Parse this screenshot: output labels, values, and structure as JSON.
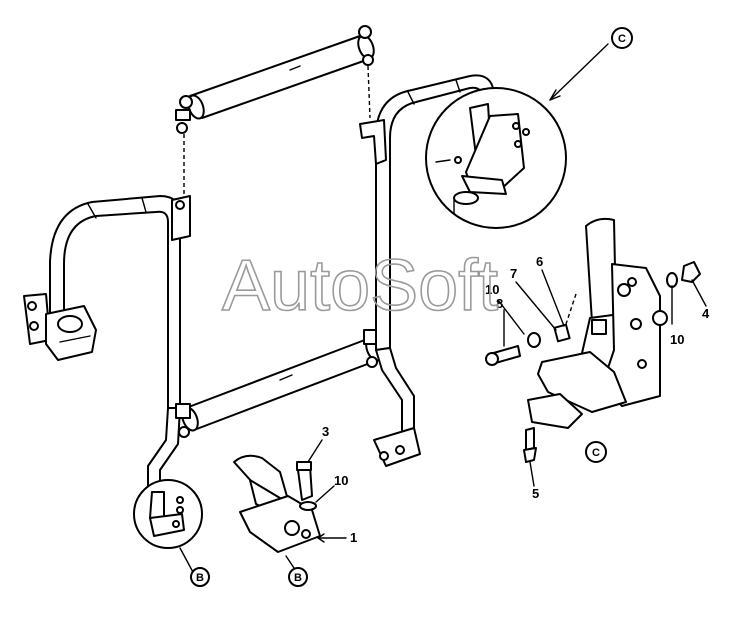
{
  "watermark": "AutoSoft",
  "part_labels": {
    "p1": "1",
    "p3": "3",
    "p4": "4",
    "p5": "5",
    "p6": "6",
    "p7": "7",
    "p8": "8",
    "p10a": "10",
    "p10b": "10",
    "p10c": "10"
  },
  "callouts": {
    "b_left": "B",
    "b_mid": "B",
    "c_top": "C",
    "c_detail": "C"
  },
  "colors": {
    "ink": "#000000",
    "watermark": "#9a9a9a",
    "background": "#ffffff"
  }
}
